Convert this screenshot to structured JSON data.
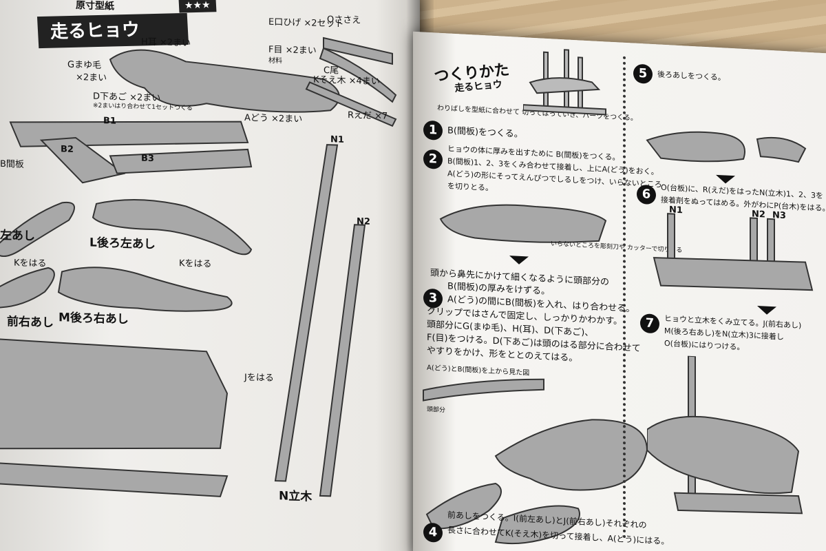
{
  "left_page": {
    "header_tag": "原寸型紙",
    "title": "走るヒョウ",
    "difficulty": "★★★",
    "labels": {
      "ear": "H耳 ×2まい",
      "eyebrow": "Gまゆ毛",
      "eyebrow_count": "×2まい",
      "jaw": "D下あご ×2まい",
      "jaw_note": "※2まいはり合わせて1セットつくる",
      "body": "Aどう ×2まい",
      "whisker": "E口ひげ ×2セット",
      "eye": "F目 ×2まい",
      "material": "材料",
      "stand": "Oささえ",
      "tail": "C尾",
      "splint": "Kそえ木 ×4まい",
      "branch": "Rえだ ×7",
      "partition": "B間板",
      "b1": "B1",
      "b2": "B2",
      "b3": "B3",
      "front_left_leg": "左あし",
      "rear_left_leg": "L後ろ左あし",
      "front_right_leg": "前右あし",
      "rear_right_leg": "M後ろ右あし",
      "k_apply_1": "Kをはる",
      "k_apply_2": "Kをはる",
      "j_apply": "Jをはる",
      "n1": "N1",
      "n2": "N2",
      "post": "N立木"
    }
  },
  "right_page": {
    "title": "つくりかた",
    "subtitle": "走るヒョウ",
    "intro": "わりばしを型紙に合わせて 切ってはっていき、パーツをつくる。",
    "step1": "B(間板)をつくる。",
    "step2_l1": "ヒョウの体に厚みを出すために B(間板)をつくる。",
    "step2_l2": "B(間板)1、2、3をくみ合わせて接着し、上にA(どう)をおく。",
    "step2_l3": "A(どう)の形にそってえんぴつでしるしをつけ、いらないところ",
    "step2_l4": "を切りとる。",
    "cut_note": "いらないところを彫刻刀や カッターで切りとる",
    "step3_l1": "頭から鼻先にかけて細くなるように頭部分の",
    "step3_l2": "B(間板)の厚みをけずる。",
    "step3_l3": "A(どう)の間にB(間板)を入れ、はり合わせる。",
    "step3_l4": "クリップではさんで固定し、しっかりかわかす。",
    "step3_l5": "頭部分にG(まゆ毛)、H(耳)、D(下あご)、",
    "step3_l6": "F(目)をつける。D(下あご)は頭のはる部分に合わせて",
    "step3_l7": "やすりをかけ、形をととのえてはる。",
    "top_view": "A(どう)とB(間板)を上から見た図",
    "head_part": "頭部分",
    "step4": "前あしをつくる。I(前左あし)とJ(前右あし)それぞれの",
    "step4_l2": "長さに合わせてK(そえ木)を切って接着し、A(どう)にはる。",
    "step5": "後ろあしをつくる。",
    "step6_l1": "O(台板)に、R(えだ)をはったN(立木)1、2、3を",
    "step6_l2": "接着剤をぬってはめる。外がわにP(台木)をはる。",
    "step7_l1": "ヒョウと立木をくみ立てる。J(前右あし)",
    "step7_l2": "M(後ろ右あし)をN(立木)3に接着し",
    "step7_l3": "O(台板)にはりつける。",
    "n1": "N1",
    "n2": "N2",
    "n3": "N3"
  },
  "colors": {
    "ink": "#111111",
    "paper": "#efedea",
    "part_fill": "#9a9a9a"
  }
}
